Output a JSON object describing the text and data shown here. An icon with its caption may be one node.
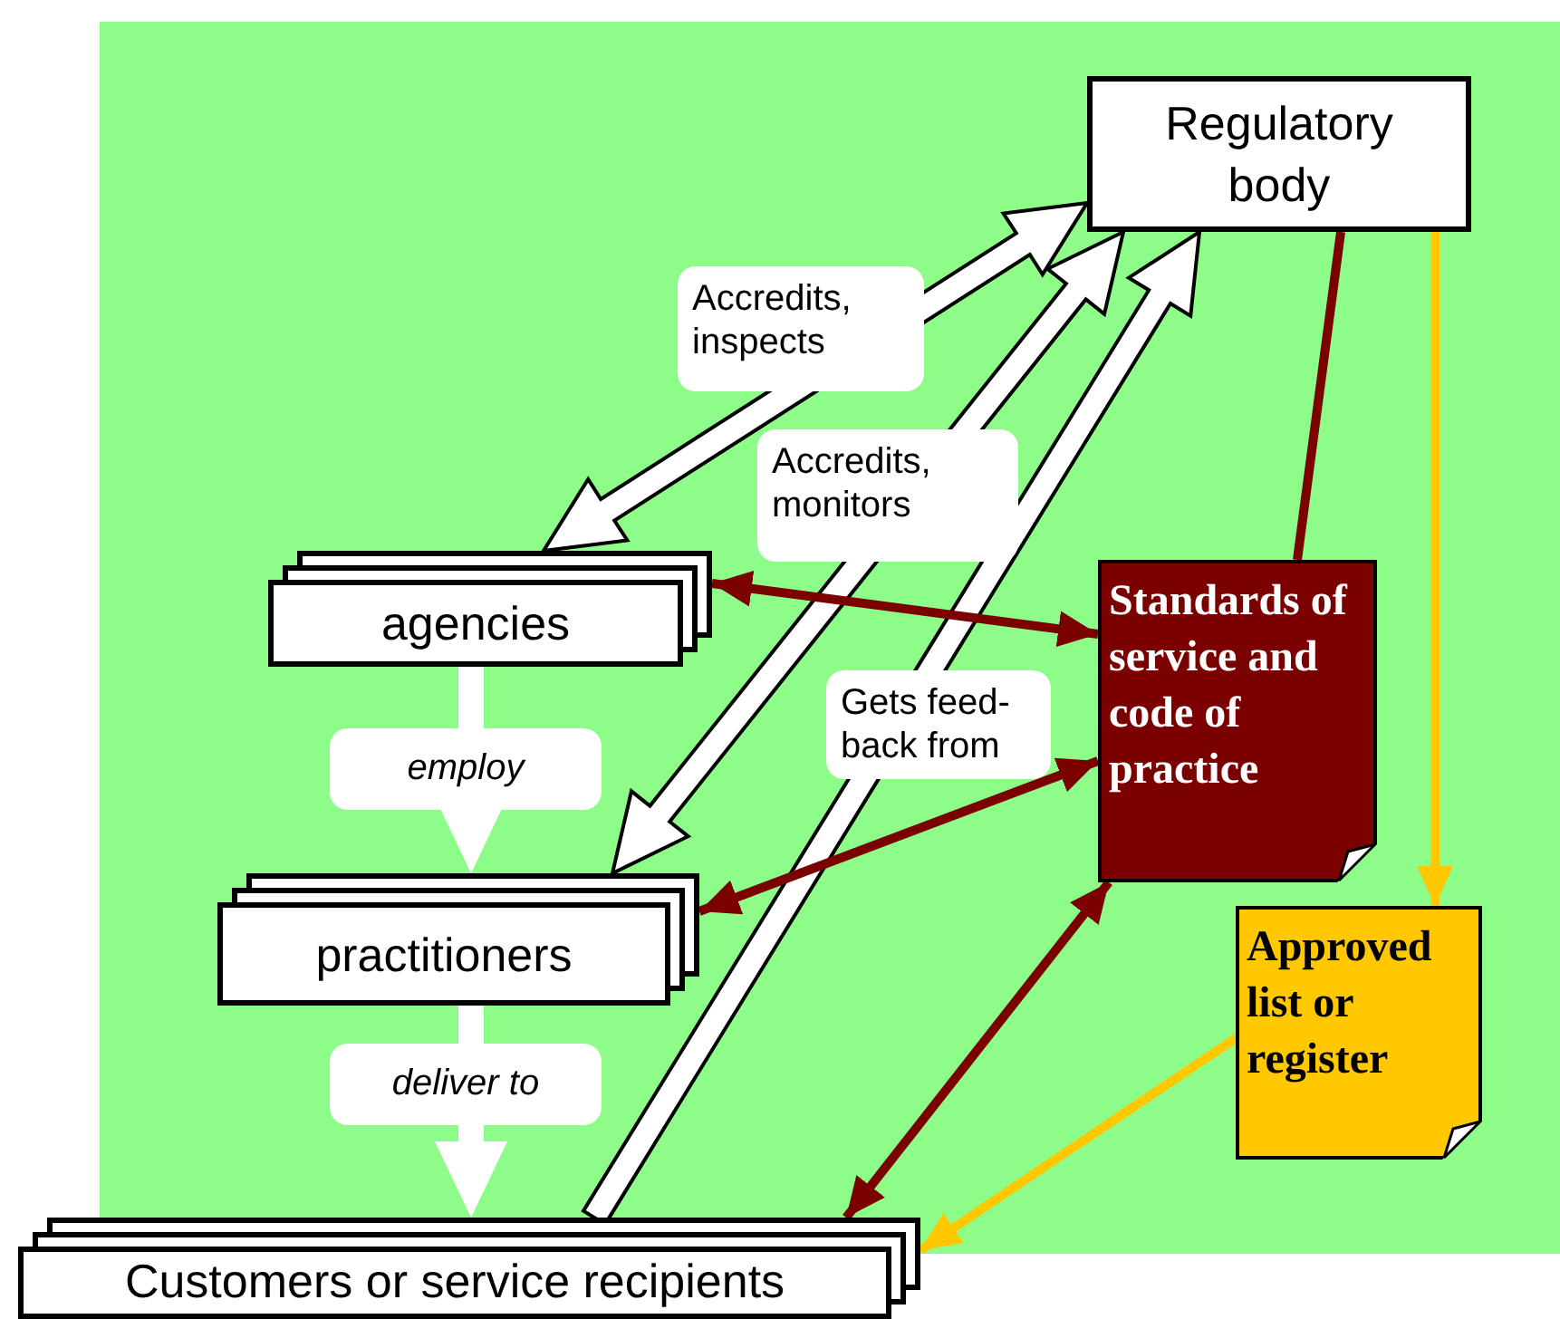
{
  "diagram": {
    "nodes": [
      {
        "text": [
          "Regulatory body"
        ]
      },
      {
        "text": [
          "agencies"
        ]
      },
      {
        "text": [
          "Standards of service and code of practice"
        ]
      },
      {
        "text": [
          "practitioners"
        ]
      },
      {
        "text": [
          "Approved list or register"
        ]
      },
      {
        "text": [
          "Customers or service recipients"
        ]
      }
    ],
    "edges": [
      {
        "from": 1,
        "to": 0,
        "arrow": "both",
        "label": "Accredits, inspects",
        "style": "thick"
      },
      {
        "from": 0,
        "to": 3,
        "arrow": "both",
        "label": "Accredits, monitors",
        "style": "thick"
      },
      {
        "from": 5,
        "to": 0,
        "arrow": "to",
        "label": "Gets feed- back from",
        "style": "thick"
      },
      {
        "from": 0,
        "to": 2,
        "arrow": "none",
        "color": "#7b0000"
      },
      {
        "from": 0,
        "to": 4,
        "arrow": "to",
        "color": "#ffc800"
      },
      {
        "from": 1,
        "to": 2,
        "arrow": "both",
        "color": "#7b0000"
      },
      {
        "from": 2,
        "to": 3,
        "arrow": "both",
        "color": "#7b0000"
      },
      {
        "from": 2,
        "to": 5,
        "arrow": "both",
        "color": "#7b0000"
      },
      {
        "from": 4,
        "to": 5,
        "arrow": "to",
        "color": "#ffc800"
      },
      {
        "from": 1,
        "to": 3,
        "arrow": "to",
        "label": "employ",
        "style": "thick"
      },
      {
        "from": 3,
        "to": 5,
        "arrow": "to",
        "label": "deliver to",
        "style": "thick"
      }
    ]
  }
}
